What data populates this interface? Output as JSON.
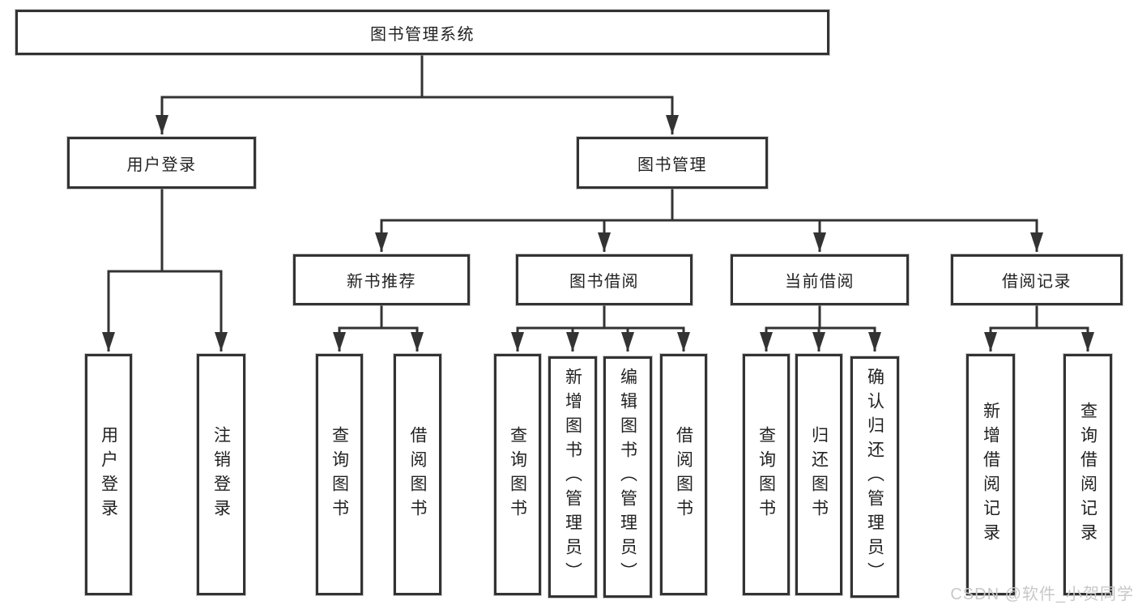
{
  "diagram": {
    "root": "图书管理系统",
    "branches": [
      {
        "label": "用户登录",
        "leaves": [
          "用户登录",
          "注销登录"
        ]
      },
      {
        "label": "图书管理",
        "children": [
          {
            "label": "新书推荐",
            "leaves": [
              "查询图书",
              "借阅图书"
            ]
          },
          {
            "label": "图书借阅",
            "leaves": [
              "查询图书",
              "新增图书（管理员）",
              "编辑图书（管理员）",
              "借阅图书"
            ]
          },
          {
            "label": "当前借阅",
            "leaves": [
              "查询图书",
              "归还图书",
              "确认归还（管理员）"
            ]
          },
          {
            "label": "借阅记录",
            "leaves": [
              "新增借阅记录",
              "查询借阅记录"
            ]
          }
        ]
      }
    ],
    "line_color": "#333333",
    "text_color": "#222222",
    "background_color": "#ffffff"
  },
  "watermark": {
    "text": "CSDN @软件_小贺同学",
    "color": "#c8c8c8"
  }
}
